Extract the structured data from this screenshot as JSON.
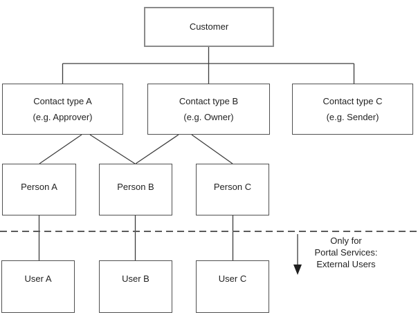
{
  "diagram": {
    "nodes": {
      "customer": {
        "label": "Customer"
      },
      "contact_a": {
        "label": "Contact type A",
        "example": "(e.g. Approver)"
      },
      "contact_b": {
        "label": "Contact type B",
        "example": "(e.g. Owner)"
      },
      "contact_c": {
        "label": "Contact type C",
        "example": "(e.g. Sender)"
      },
      "person_a": {
        "label": "Person A"
      },
      "person_b": {
        "label": "Person B"
      },
      "person_c": {
        "label": "Person C"
      },
      "user_a": {
        "label": "User A"
      },
      "user_b": {
        "label": "User B"
      },
      "user_c": {
        "label": "User C"
      }
    },
    "edges": [
      {
        "from": "customer",
        "to": "contact_a"
      },
      {
        "from": "customer",
        "to": "contact_b"
      },
      {
        "from": "customer",
        "to": "contact_c"
      },
      {
        "from": "contact_a",
        "to": "person_a"
      },
      {
        "from": "contact_a",
        "to": "person_b"
      },
      {
        "from": "contact_b",
        "to": "person_b"
      },
      {
        "from": "contact_b",
        "to": "person_c"
      },
      {
        "from": "person_a",
        "to": "user_a"
      },
      {
        "from": "person_b",
        "to": "user_b"
      },
      {
        "from": "person_c",
        "to": "user_c"
      }
    ],
    "separator": {
      "style": "dashed",
      "orientation": "horizontal"
    },
    "annotation": {
      "line1": "Only for",
      "line2": "Portal Services:",
      "line3": "External Users"
    }
  },
  "colors": {
    "line": "#3c3c3c",
    "box_border": "#4f4f4f",
    "customer_border": "#8a8a8a",
    "dashed": "#5a5a5a",
    "text": "#1f1f1f",
    "background": "#ffffff"
  }
}
